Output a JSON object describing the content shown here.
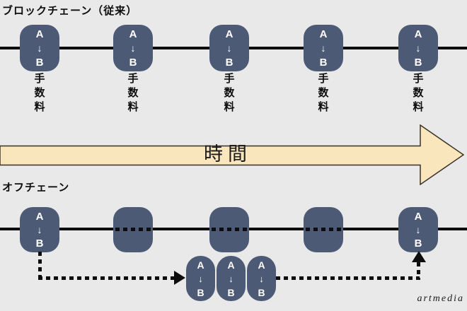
{
  "colors": {
    "background": "#e9e9e9",
    "node_fill": "#4c5a76",
    "node_text": "#ffffff",
    "timeline": "#0d0d0d",
    "time_arrow_fill": "#fae6bc",
    "time_arrow_stroke": "#3a3226",
    "label_text": "#0d0d0d"
  },
  "blockchain": {
    "title": "ブロックチェーン（従来）",
    "nodes": [
      {
        "from": "A",
        "arrow": "↓",
        "to": "B",
        "fee": "手数料"
      },
      {
        "from": "A",
        "arrow": "↓",
        "to": "B",
        "fee": "手数料"
      },
      {
        "from": "A",
        "arrow": "↓",
        "to": "B",
        "fee": "手数料"
      },
      {
        "from": "A",
        "arrow": "↓",
        "to": "B",
        "fee": "手数料"
      },
      {
        "from": "A",
        "arrow": "↓",
        "to": "B",
        "fee": "手数料"
      }
    ]
  },
  "time_arrow": {
    "label": "時間"
  },
  "offchain": {
    "title": "オフチェーン",
    "start_node": {
      "from": "A",
      "arrow": "↓",
      "to": "B"
    },
    "end_node": {
      "from": "A",
      "arrow": "↓",
      "to": "B"
    },
    "batch_nodes": [
      {
        "from": "A",
        "arrow": "↓",
        "to": "B"
      },
      {
        "from": "A",
        "arrow": "↓",
        "to": "B"
      },
      {
        "from": "A",
        "arrow": "↓",
        "to": "B"
      }
    ]
  },
  "watermark": "artmedia"
}
